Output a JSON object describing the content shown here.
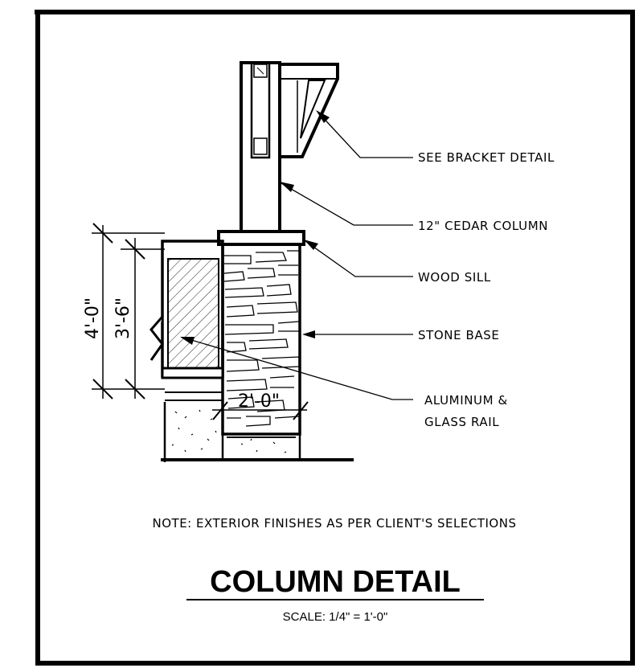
{
  "drawing": {
    "callouts": {
      "bracket": "SEE BRACKET DETAIL",
      "column": "12\" CEDAR COLUMN",
      "sill": "WOOD SILL",
      "stone": "STONE BASE",
      "rail_line1": "ALUMINUM &",
      "rail_line2": "GLASS RAIL"
    },
    "dimensions": {
      "overall": "4'-0\"",
      "rail": "3'-6\"",
      "base_width": "2'-0\""
    },
    "note": "NOTE: EXTERIOR FINISHES AS PER CLIENT'S SELECTIONS",
    "title": "COLUMN DETAIL",
    "scale": "SCALE: 1/4\" = 1'-0\""
  }
}
